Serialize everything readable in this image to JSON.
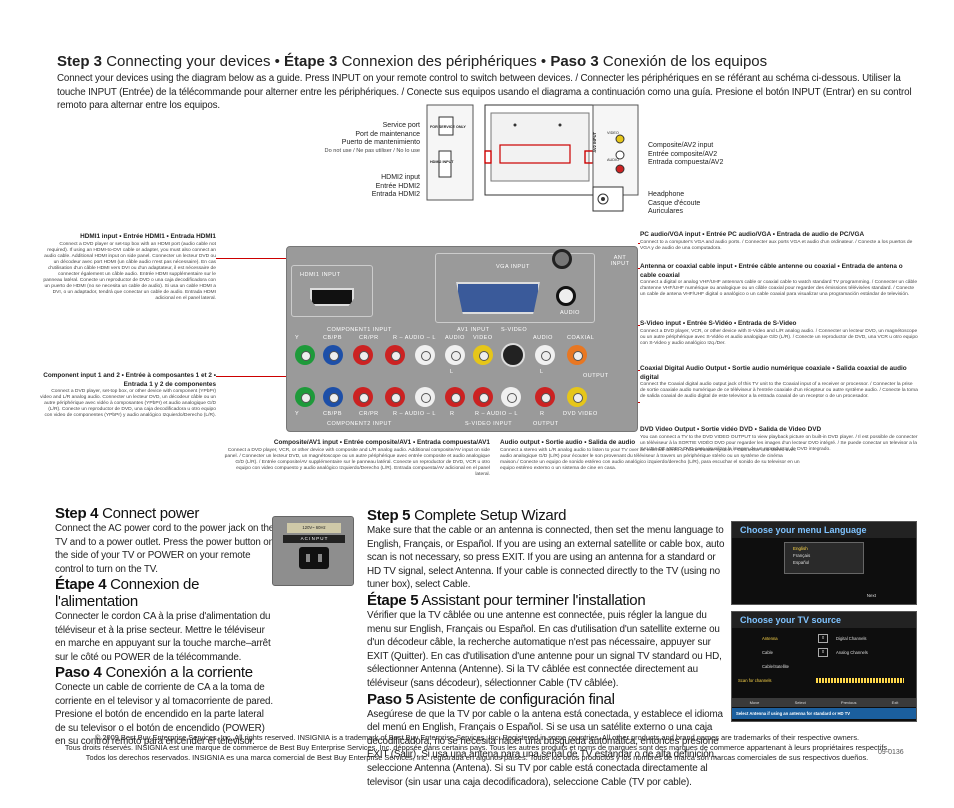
{
  "step3": {
    "heading_en_label": "Step 3",
    "heading_en": "Connecting your devices",
    "heading_fr_label": "Étape 3",
    "heading_fr": "Connexion des périphériques",
    "heading_es_label": "Paso 3",
    "heading_es": "Conexión de los equipos",
    "intro": "Connect your devices using the diagram below as a guide. Press INPUT on your remote control to switch between devices. / Connecter les périphériques en se référant au schéma ci-dessous. Utiliser la touche INPUT (Entrée) de la télécommande pour alterner entre les périphériques. / Conecte sus equipos usando el diagrama a continuación como una guía. Presione el botón INPUT (Entrar) en su control remoto para alternar entre los equipos."
  },
  "side_panel": {
    "service_port": "Service port",
    "service_port_fr": "Port de maintenance",
    "service_port_es": "Puerto de mantenimiento",
    "service_note": "Do not use / Ne pas utiliser / No lo use",
    "hdmi2": "HDMI2 input",
    "hdmi2_fr": "Entrée HDMI2",
    "hdmi2_es": "Entrada HDMI2",
    "composite2": "Composite/AV2 input",
    "composite2_fr": "Entrée composite/AV2",
    "composite2_es": "Entrada compuesta/AV2",
    "headphone": "Headphone",
    "headphone_fr": "Casque d'écoute",
    "headphone_es": "Auriculares",
    "svc_small": "FOR SERVICE ONLY",
    "hdmi_small": "HDMI2 INPUT",
    "av2_small": "AV2 INPUT",
    "video_small": "VIDEO",
    "audio_small": "AUDIO"
  },
  "rear_panel": {
    "hdmi1_port": "HDMI1 INPUT",
    "vga_port": "VGA INPUT",
    "audio_port": "AUDIO",
    "ant_port": "ANT INPUT",
    "comp1_port": "COMPONENT1 INPUT",
    "comp2_port": "COMPONENT2 INPUT",
    "av1_port": "AV1 INPUT",
    "svideo_port": "S-VIDEO",
    "svideo_input_port": "S-VIDEO INPUT",
    "audio_out": "AUDIO",
    "coaxial": "COAXIAL",
    "output": "OUTPUT",
    "output_bottom": "OUTPUT",
    "dvd_video": "DVD VIDEO",
    "comp_top_labels": [
      "Y",
      "CB/PB",
      "CR/PR",
      "R – AUDIO – L"
    ],
    "comp_bot_labels": [
      "Y",
      "CB/PB",
      "CR/PR",
      "R – AUDIO – L"
    ],
    "av1_labels": [
      "AUDIO",
      "VIDEO"
    ],
    "av1_bot_labels": [
      "R",
      "R – AUDIO – L"
    ],
    "out_labels": [
      "R"
    ],
    "l_label": "L",
    "plus_label": "+"
  },
  "left_callouts": {
    "hdmi1_title": "HDMI1 input • Entrée HDMI1 • Entrada HDMI1",
    "hdmi1_text": "Connect a DVD player or set-top box with an HDMI port (audio cable not required). If using an HDMI-to-DVI cable or adapter, you must also connect an audio cable. Additional HDMI input on side panel. Connecter un lecteur DVD ou un décodeur avec port HDMI (un câble audio n'est pas nécessaire). En cas d'utilisation d'un câble HDMI vers DVI ou d'un adaptateur, il est nécessaire de connecter également un câble audio. Entrée HDMI supplémentaire sur le panneau latéral. Conecte un reproductor de DVD o una caja decodificadora con un puerto de HDMI (no se necesita un cable de audio). Si usa un cable HDMI a DVI, o un adaptador, tendrá que conectar un cable de audio. Entrada HDMI adicional en el panel lateral.",
    "comp_title": "Component input 1 and 2 • Entrée à composantes 1 et 2 • Entrada 1 y 2 de componentes",
    "comp_text": "Connect a DVD player, set-top box, or other device with component (YPbPr) video and L/R analog audio. Connecter un lecteur DVD, un décodeur câble ou un autre périphérique avec vidéo à composantes (YPbPr) et audio analogique G/D (L/R). Conecte un reproductor de DVD, una caja decodificadora u otro equipo con video de componentes (YPbPr) y audio analógico Izquierdo/Derecho (L/R).",
    "av1_title": "Composite/AV1 input • Entrée composite/AV1 • Entrada compuesta/AV1",
    "av1_text": "Connect a DVD player, VCR, or other device with composite and L/R analog audio. Additional composite/AV input on side panel. / Connecter un lecteur DVD, un magnétoscope ou un autre périphérique avec entrée composite et audio analogique G/D (L/R). / Entrée composite/AV supplémentaire sur le panneau latéral. Conecte un reproductor de DVD, VCR u otro equipo con video compuesto y audio analógico Izquierdo/Derecho (L/R). Entrada compuesta/AV adicional en el panel lateral."
  },
  "right_callouts": {
    "pc_title": "PC audio/VGA input • Entrée PC audio/VGA • Entrada de audio de PC/VGA",
    "pc_text": "Connect to a computer's VGA and audio ports. / Connecter aux ports VGA et audio d'un ordinateur. / Conecte a los puertos de VGA y de audio de una computadora.",
    "ant_title": "Antenna or coaxial cable input • Entrée câble antenne ou coaxial • Entrada de antena o cable coaxial",
    "ant_text": "Connect a digital or analog VHF/UHF antenna's cable or coaxial cable to watch standard TV programming. / Connecter un câble d'antenne VHF/UHF numérique ou analogique ou un câble coaxial pour regarder des émissions télévisées standard. / Conecte un cable de antena VHF/UHF digital o analógico o un cable coaxial para visualizar una programación estándar de televisión.",
    "sv_title": "S-Video input • Entrée S-Vidéo • Entrada de S-Video",
    "sv_text": "Connect a DVD player, VCR, or other device with S-Video and L/R analog audio. / Connecter un lecteur DVD, un magnétoscope ou un autre périphérique avec S-Vidéo et audio analogique G/D (L/R). / Conecte un reproductor de DVD, una VCR u otro equipo con S-Video y audio analógico Izq./Der.",
    "coax_title": "Coaxial Digital Audio Output • Sortie audio numérique coaxiale • Salida coaxial de audio digital",
    "coax_text": "Connect the Coaxial digital audio output jack of this TV unit to the Coaxial input of a receiver or processor. / Connecter la prise de sortie coaxiale audio numérique de ce téléviseur à l'entrée coaxiale d'un récepteur ou autre système audio. / Conecte la toma de salida coaxial de audio digital de este televisor a la entrada coaxial de un receptor o de un procesador.",
    "dvd_title": "DVD Video Output • Sortie vidéo DVD • Salida de Video DVD",
    "dvd_text": "You can connect a TV to the DVD VIDEO OUTPUT to view playback picture on built-in DVD player. / Il est possible de connecter un téléviseur à la SORTIE VIDÉO DVD pour regarder les images d'un lecteur DVD intégré. / Se puede conectar un televisor a la SALIDA DE VIDEO DVD para visualizar la imagen de un reproductor de DVD integrado.",
    "aout_title": "Audio output • Sortie audio • Salida de audio",
    "aout_text": "Connect a stereo with L/R analog audio to listen to your TV over an external stereo or home theater system. / Connecter une stéréo avec audio analogique G/D (L/R) pour écouter le son provenant du téléviseur à travers un périphérique stéréo ou un système de cinéma maison./ Conecte un equipo de sonido estéreo con audio analógico izquierdo/derecho (L/R), para escuchar el sonido de su televisor en un equipo estéreo externo o un sistema de cine en casa."
  },
  "step4": {
    "en_label": "Step 4",
    "en": "Connect power",
    "en_text": "Connect the AC power cord to the power jack on the TV and to a power outlet. Press the power button on the side of your TV or POWER on your remote control to turn on the TV.",
    "fr_label": "Étape 4",
    "fr": "Connexion de l'alimentation",
    "fr_text": "Connecter le cordon CA à la prise d'alimentation du téléviseur et à la prise secteur. Mettre le téléviseur en marche en appuyant sur la touche marche–arrêt sur le côté ou POWER de la télécommande.",
    "es_label": "Paso 4",
    "es": "Conexión a la corriente",
    "es_text": "Conecte un cable de corriente de CA a la toma de corriente en el televisor y al tomacorriente de pared. Presione el botón de encendido en la parte lateral de su televisor o el botón de encendido (POWER) en su control remoto para encender el televisor.",
    "ac_rating": "120V~ 60Hz",
    "ac_label": "A C   I N P U T"
  },
  "step5": {
    "en_label": "Step 5",
    "en": "Complete Setup Wizard",
    "en_text": "Make sure that the cable or an antenna is connected, then set the menu language to English, Français, or Español. If you are using an external satellite or cable box, auto scan is not necessary, so press EXIT. If you are using an antenna for a standard or HD TV signal, select Antenna. If your cable is connected directly to the TV (using no tuner box), select Cable.",
    "fr_label": "Étape 5",
    "fr": "Assistant pour terminer l'installation",
    "fr_text": "Vérifier que la TV câblée ou une antenne est connectée, puis régler la langue du menu sur English, Français ou Español. En cas d'utilisation d'un satellite externe ou d'un décodeur câble, la recherche automatique n'est pas nécessaire, appuyer sur EXIT (Quitter). En cas d'utilisation d'une antenne pour un signal TV standard ou HD, sélectionner Antenna (Antenne). Si la TV câblée est connectée directement au téléviseur (sans décodeur), sélectionner Cable (TV câblée).",
    "es_label": "Paso 5",
    "es": "Asistente de configuración final",
    "es_text": "Asegúrese de que la TV por cable o la antena está conectada, y establece el idioma del menú en English, Français o Español. Si se usa un satélite externo o una caja decodificadora, no se necesita hacer una búsqueda automática, entonces presione EXIT (Salir). Si usa una antena para una señal de TV estándar o de alta definición, seleccione Antenna (Antena). Si su TV por cable está conectada directamente al televisor (sin usar una caja decodificadora), seleccione Cable (TV por cable)."
  },
  "menu_language": {
    "title": "Choose your menu Language",
    "options": [
      "English",
      "Français",
      "Español"
    ],
    "next": "Next"
  },
  "menu_source": {
    "title": "Choose your TV source",
    "options": [
      "Antenna",
      "Cable",
      "Cable/Satellite"
    ],
    "digital_count": "0",
    "analog_count": "0",
    "digital_label": "Digital Channels",
    "analog_label": "Analog Channels",
    "scan_label": "Scan for channels",
    "nav": [
      "Move",
      "Select",
      "Previous",
      "Exit"
    ],
    "hint": "Select Antenna if using an antenna for standard or HD TV"
  },
  "footer": {
    "line1": "© 2009 Best Buy Enterprise Services, Inc. All rights reserved. INSIGNIA is a trademark of Best Buy Enterprise Services, Inc. Registered in some countries. All other products and brand names are trademarks of their respective owners.",
    "line2": "Tous droits réservés. INSIGNIA est une marque de commerce de Best Buy Enterprise Services, Inc. déposée dans certains pays. Tous les autres produits et noms de marques sont des marques de commerce appartenant à leurs propriétaires respectifs.",
    "line3": "Todos los derechos reservados. INSIGNIA es una marca comercial de Best Buy Enterprise Services, Inc. registrada en algunos países. Todos los otros productos y los nombres de marca son marcas comerciales de sus respectivos dueños.",
    "code": "09-0136"
  },
  "colors": {
    "leader": "#cc0000",
    "panel": "#9a9a9a",
    "green": "#1e9a3a",
    "blue": "#1d4fa8",
    "red": "#cc2222",
    "white": "#f0f0f0",
    "yellow": "#e6c619",
    "orange": "#e87722",
    "menu_blue": "#1b5f9e"
  }
}
